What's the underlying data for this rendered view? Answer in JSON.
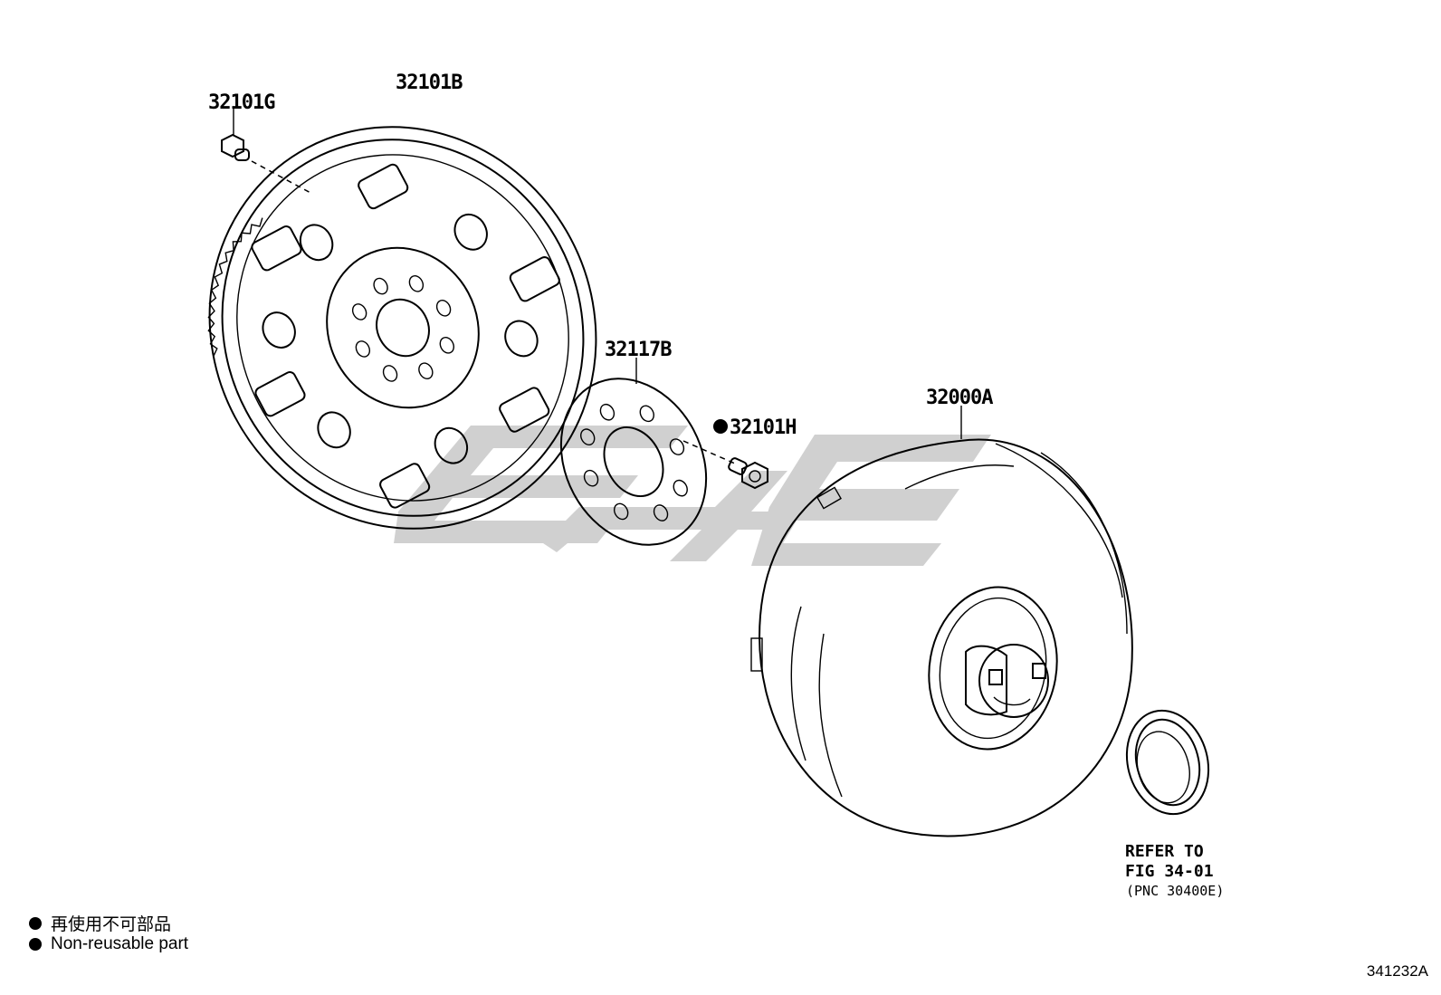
{
  "labels": {
    "flywheel": "32101B",
    "flywheel_bolt": "32101G",
    "spacer_plate": "32117B",
    "converter_bolt": "32101H",
    "torque_converter": "32000A"
  },
  "reference": {
    "line1": "REFER TO",
    "line2": "FIG 34-01",
    "line3": "(PNC 30400E)"
  },
  "legend": {
    "japanese": "再使用不可部品",
    "english": "Non-reusable part"
  },
  "figure_id": "341232A",
  "colors": {
    "line": "#000000",
    "watermark": "#c8c8c8",
    "background": "#ffffff"
  }
}
